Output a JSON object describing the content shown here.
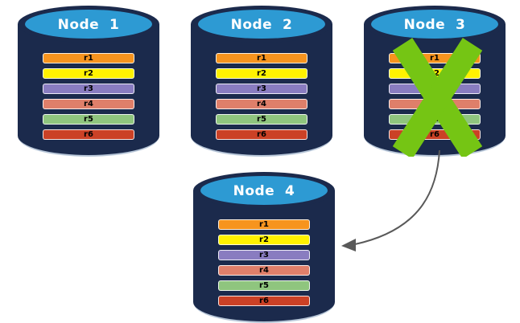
{
  "diagram": {
    "nodes": [
      {
        "title": "Node  1",
        "failed": false
      },
      {
        "title": "Node  2",
        "failed": false
      },
      {
        "title": "Node  3",
        "failed": true
      },
      {
        "title": "Node  4",
        "failed": false
      }
    ],
    "replicas": [
      {
        "label": "r1",
        "color": "#F7941E"
      },
      {
        "label": "r2",
        "color": "#FFF200"
      },
      {
        "label": "r3",
        "color": "#897CC0"
      },
      {
        "label": "r4",
        "color": "#DF7F6A"
      },
      {
        "label": "r5",
        "color": "#8FC57E"
      },
      {
        "label": "r6",
        "color": "#CB4126"
      }
    ],
    "colors": {
      "cylinder_body": "#1B2A4C",
      "cylinder_top": "#2D9AD3",
      "failure_x": "#75C514",
      "arrow": "#595959"
    }
  }
}
